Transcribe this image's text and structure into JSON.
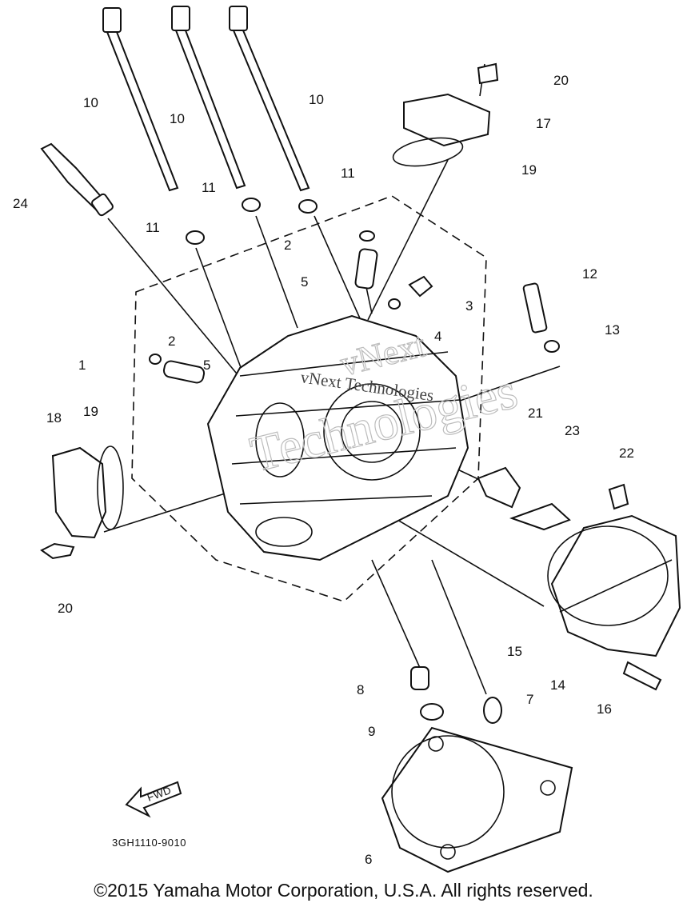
{
  "diagram": {
    "callouts": [
      {
        "id": "c10a",
        "text": "10"
      },
      {
        "id": "c10b",
        "text": "10"
      },
      {
        "id": "c10c",
        "text": "10"
      },
      {
        "id": "c11a",
        "text": "11"
      },
      {
        "id": "c11b",
        "text": "11"
      },
      {
        "id": "c11c",
        "text": "11"
      },
      {
        "id": "c24",
        "text": "24"
      },
      {
        "id": "c2a",
        "text": "2"
      },
      {
        "id": "c5a",
        "text": "5"
      },
      {
        "id": "c3",
        "text": "3"
      },
      {
        "id": "c4",
        "text": "4"
      },
      {
        "id": "c20a",
        "text": "20"
      },
      {
        "id": "c17",
        "text": "17"
      },
      {
        "id": "c19a",
        "text": "19"
      },
      {
        "id": "c12",
        "text": "12"
      },
      {
        "id": "c13",
        "text": "13"
      },
      {
        "id": "c1",
        "text": "1"
      },
      {
        "id": "c2b",
        "text": "2"
      },
      {
        "id": "c5b",
        "text": "5"
      },
      {
        "id": "c18",
        "text": "18"
      },
      {
        "id": "c19b",
        "text": "19"
      },
      {
        "id": "c21",
        "text": "21"
      },
      {
        "id": "c23",
        "text": "23"
      },
      {
        "id": "c22",
        "text": "22"
      },
      {
        "id": "c20b",
        "text": "20"
      },
      {
        "id": "c15",
        "text": "15"
      },
      {
        "id": "c14",
        "text": "14"
      },
      {
        "id": "c16",
        "text": "16"
      },
      {
        "id": "c8",
        "text": "8"
      },
      {
        "id": "c7",
        "text": "7"
      },
      {
        "id": "c9",
        "text": "9"
      },
      {
        "id": "c6",
        "text": "6"
      }
    ],
    "fwd_label": "FWD",
    "drawing_code": "3GH1110-9010",
    "watermark": [
      "vNext",
      "Technologies",
      "vNext Technologies"
    ]
  },
  "footer": {
    "copyright": "©2015 Yamaha Motor Corporation, U.S.A. All rights reserved."
  }
}
